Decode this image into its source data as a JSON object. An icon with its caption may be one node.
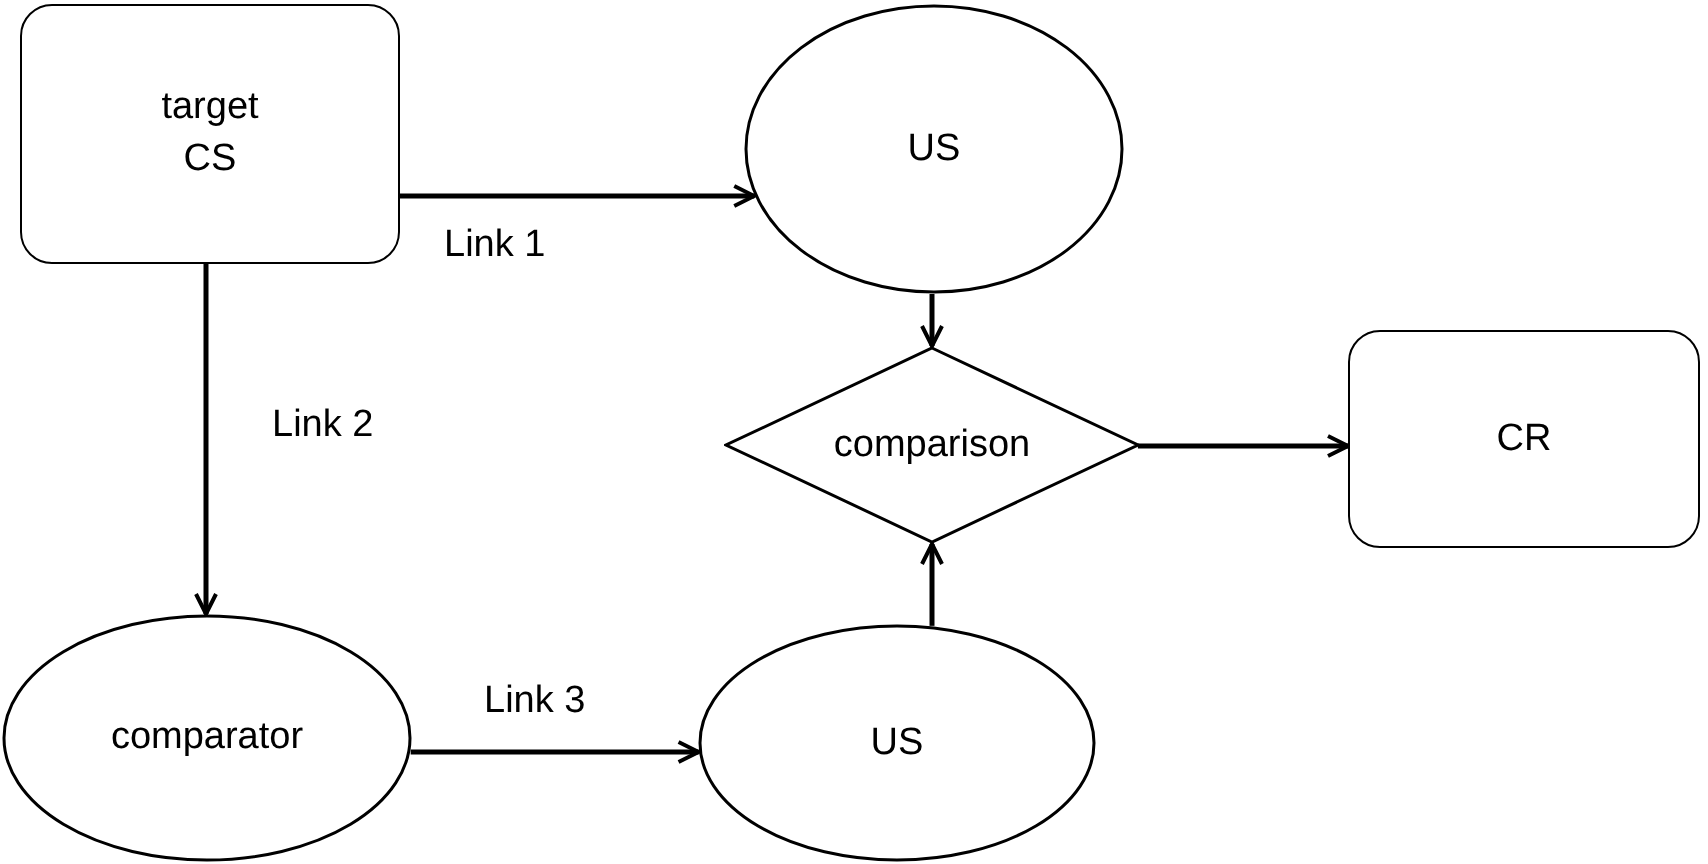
{
  "diagram": {
    "nodes": [
      {
        "text": [
          "target CS"
        ]
      },
      {
        "text": [
          "US"
        ]
      },
      {
        "text": [
          "comparison"
        ]
      },
      {
        "text": [
          "CR"
        ]
      },
      {
        "text": [
          "comparator"
        ]
      },
      {
        "text": [
          "US"
        ]
      }
    ],
    "edges": [
      {
        "from": 0,
        "to": 1,
        "arrow": "to",
        "label": "Link 1"
      },
      {
        "from": 0,
        "to": 4,
        "arrow": "to",
        "label": "Link 2"
      },
      {
        "from": 4,
        "to": 5,
        "arrow": "to",
        "label": "Link 3"
      },
      {
        "from": 1,
        "to": 2,
        "arrow": "to"
      },
      {
        "from": 5,
        "to": 2,
        "arrow": "to"
      },
      {
        "from": 2,
        "to": 3,
        "arrow": "to"
      }
    ]
  }
}
